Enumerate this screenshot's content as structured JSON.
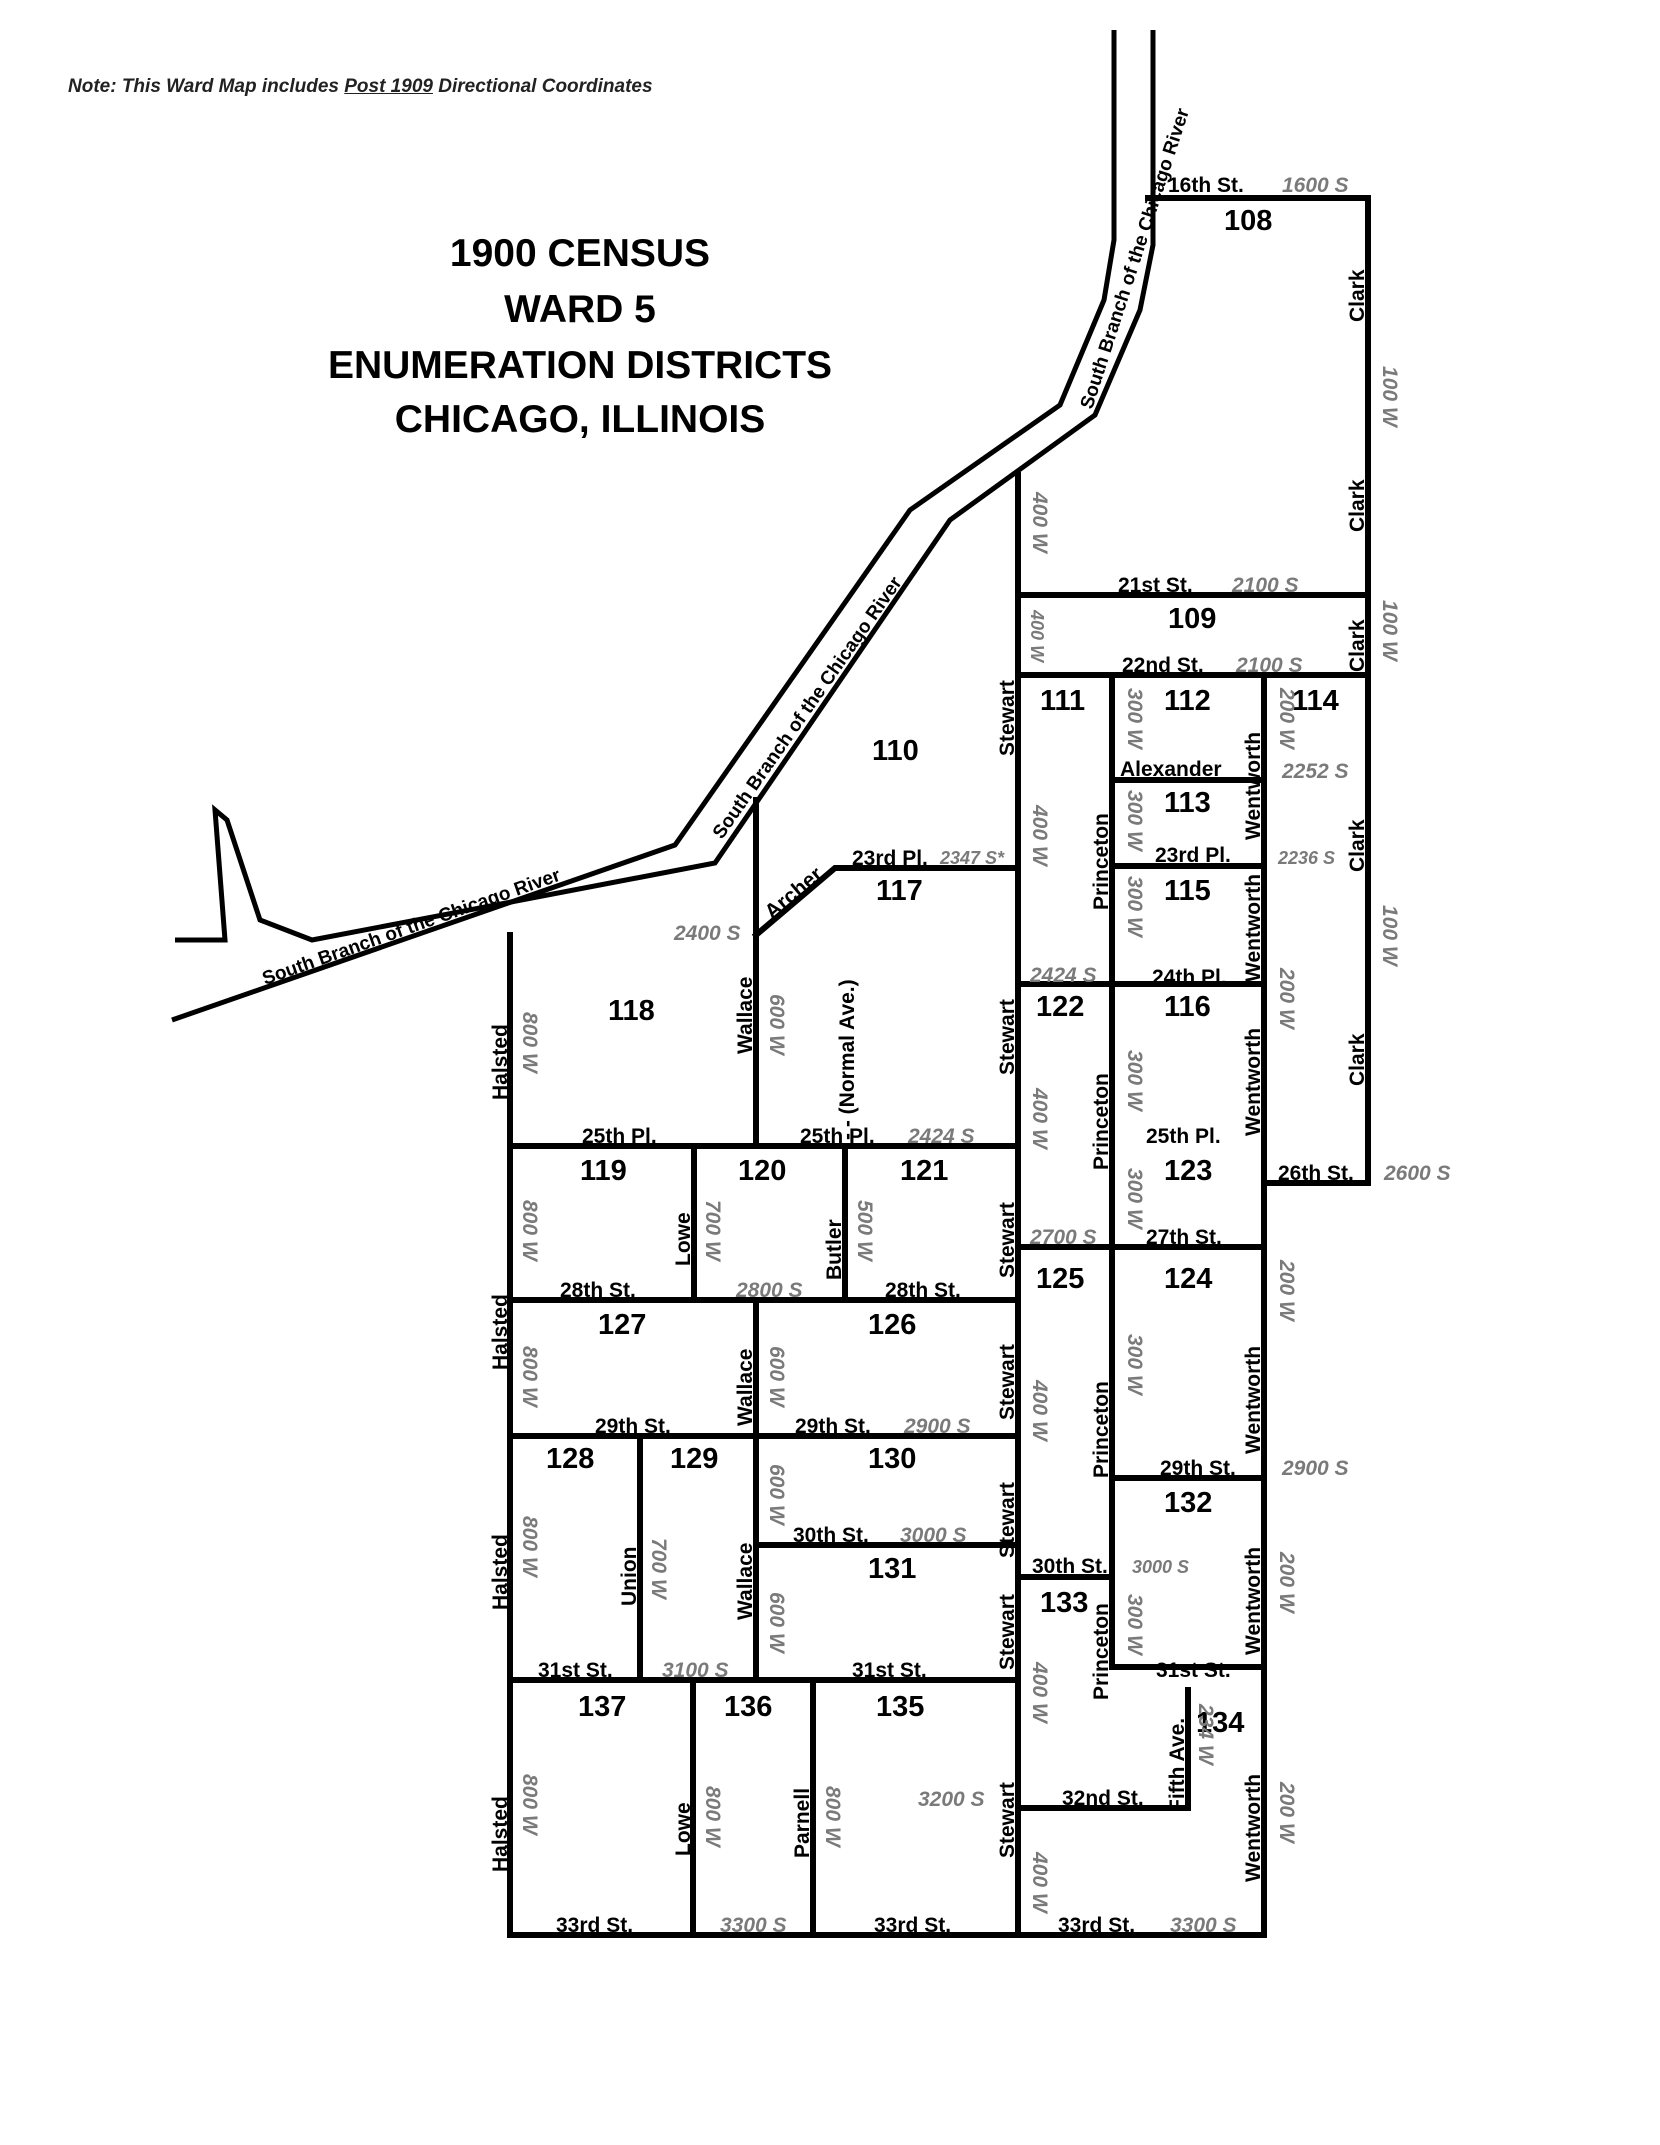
{
  "note": {
    "prefix": "Note:  This Ward Map includes ",
    "underlined": "Post 1909",
    "suffix": " Directional Coordinates"
  },
  "title_lines": [
    "1900 CENSUS",
    "WARD 5",
    "ENUMERATION DISTRICTS",
    "CHICAGO, ILLINOIS"
  ],
  "river_label": "South Branch of the Chicago River",
  "districts": [
    "108",
    "109",
    "110",
    "111",
    "112",
    "113",
    "114",
    "115",
    "116",
    "117",
    "118",
    "119",
    "120",
    "121",
    "122",
    "123",
    "124",
    "125",
    "126",
    "127",
    "128",
    "129",
    "130",
    "131",
    "132",
    "133",
    "134",
    "135",
    "136",
    "137"
  ],
  "streets": {
    "s16": "16th St.",
    "s21": "21st St.",
    "s22": "22nd St.",
    "alexander": "Alexander",
    "s23pl": "23rd Pl.",
    "s24pl": "24th Pl.",
    "s25pl": "25th Pl.",
    "s26": "26th St.",
    "s27": "27th St.",
    "s28": "28th St.",
    "s29": "29th St.",
    "s30": "30th St.",
    "s31": "31st St.",
    "s32": "32nd St.",
    "s33": "33rd St.",
    "archer": "Archer",
    "clark": "Clark",
    "stewart": "Stewart",
    "princeton": "Princeton",
    "wentworth": "Wentworth",
    "halsted": "Halsted",
    "wallace": "Wallace",
    "lowe": "Lowe",
    "butler": "Butler",
    "union": "Union",
    "parnell": "Parnell",
    "fifth": "Fifth Ave.",
    "normal": "- - (Normal Ave.)"
  },
  "coords": {
    "c1600": "1600 S",
    "c2100": "2100 S",
    "c2252": "2252 S",
    "c2347": "2347 S*",
    "c2236": "2236 S",
    "c2400": "2400 S",
    "c2424": "2424 S",
    "c2600": "2600 S",
    "c2700": "2700 S",
    "c2800": "2800 S",
    "c2900": "2900 S",
    "c3000": "3000 S",
    "c3100": "3100 S",
    "c3200": "3200 S",
    "c3300": "3300 S",
    "w100": "100 W",
    "w200": "200 W",
    "w234": "234 W",
    "w300": "300 W",
    "w400": "400 W",
    "w500": "500 W",
    "w600": "600 W",
    "w700": "700 W",
    "w800": "800 W"
  }
}
